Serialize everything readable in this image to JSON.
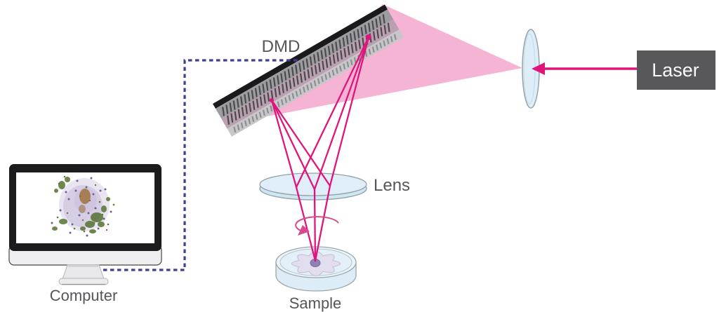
{
  "diagram": {
    "labels": {
      "dmd": "DMD",
      "lens": "Lens",
      "sample": "Sample",
      "computer": "Computer",
      "laser": "Laser"
    },
    "colors": {
      "beam_magenta": "#e0157c",
      "cone_pink": "#f6b4d4",
      "dashed_line_indigo": "#3f3f96",
      "laser_box_grey": "#58585b",
      "label_text_grey": "#55565a",
      "lens_fill_blue": "#dfeef8",
      "dish_fill_blue": "#eaf4fa",
      "sample_blob_lavender": "#e2deee",
      "sample_center_purple": "#8d81b5"
    }
  }
}
